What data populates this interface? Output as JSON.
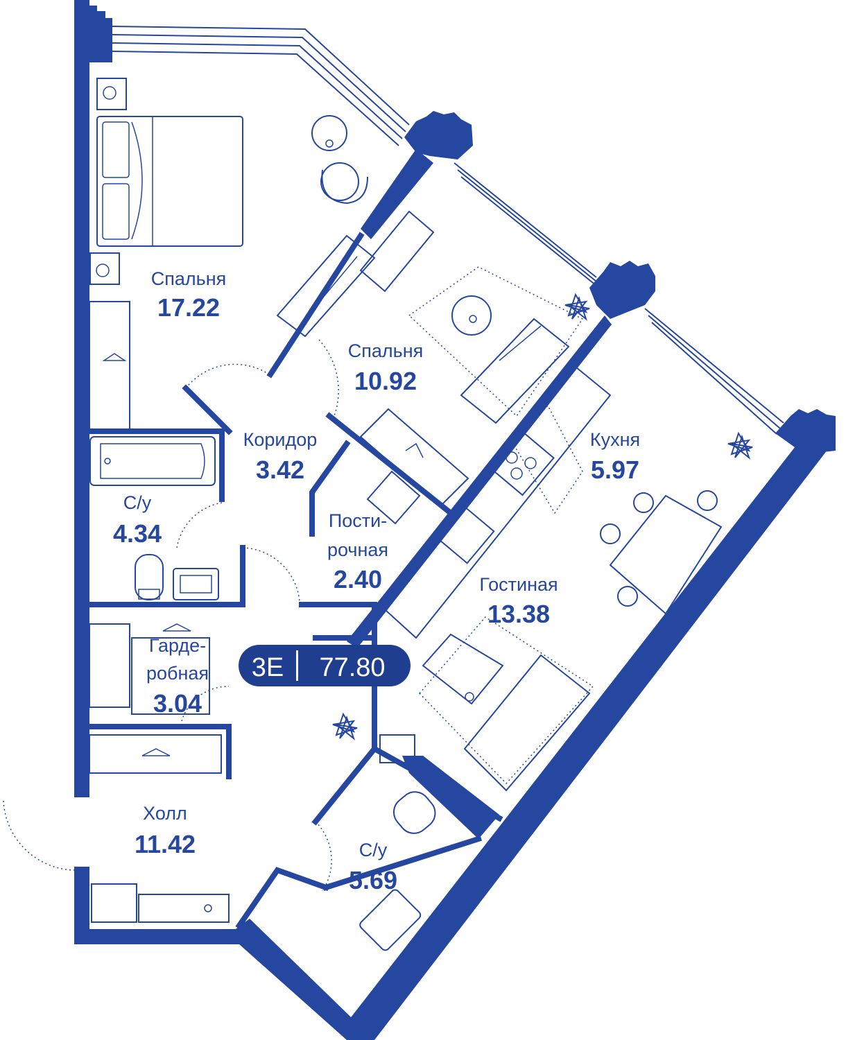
{
  "plan": {
    "unit_badge": {
      "type": "3E",
      "total_area": "77.80"
    },
    "rooms": [
      {
        "id": "bedroom-1",
        "name": "Спальня",
        "area": "17.22"
      },
      {
        "id": "bedroom-2",
        "name": "Спальня",
        "area": "10.92"
      },
      {
        "id": "corridor",
        "name": "Коридор",
        "area": "3.42"
      },
      {
        "id": "laundry",
        "name_line1": "Пости-",
        "name_line2": "рочная",
        "area": "2.40"
      },
      {
        "id": "bathroom-1",
        "name": "С/у",
        "area": "4.34"
      },
      {
        "id": "kitchen",
        "name": "Кухня",
        "area": "5.97"
      },
      {
        "id": "living",
        "name": "Гостиная",
        "area": "13.38"
      },
      {
        "id": "wardrobe",
        "name_line1": "Гарде-",
        "name_line2": "робная",
        "area": "3.04"
      },
      {
        "id": "hall",
        "name": "Холл",
        "area": "11.42"
      },
      {
        "id": "bathroom-2",
        "name": "С/у",
        "area": "5.69"
      }
    ],
    "colors": {
      "wall": "#2547a0",
      "badge": "#1f3e8f",
      "background": "#ffffff"
    }
  }
}
